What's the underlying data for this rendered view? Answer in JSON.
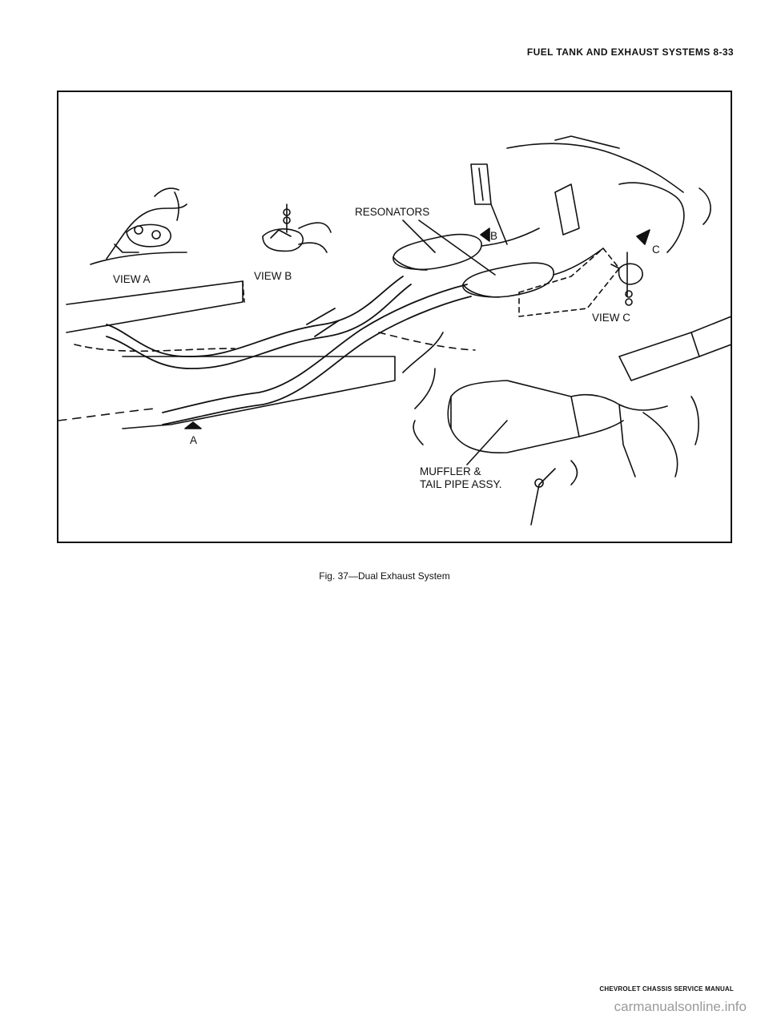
{
  "header": {
    "title": "FUEL TANK AND EXHAUST SYSTEMS 8-33"
  },
  "figure": {
    "labels": {
      "view_a": "VIEW A",
      "view_b": "VIEW B",
      "view_c": "VIEW C",
      "resonators": "RESONATORS",
      "muffler_line1": "MUFFLER &",
      "muffler_line2": "TAIL PIPE ASSY.",
      "marker_a": "A",
      "marker_b": "B",
      "marker_c": "C"
    },
    "caption": "Fig. 37—Dual Exhaust System"
  },
  "footer": {
    "manual_title": "CHEVROLET CHASSIS SERVICE MANUAL",
    "watermark": "carmanualsonline.info"
  }
}
